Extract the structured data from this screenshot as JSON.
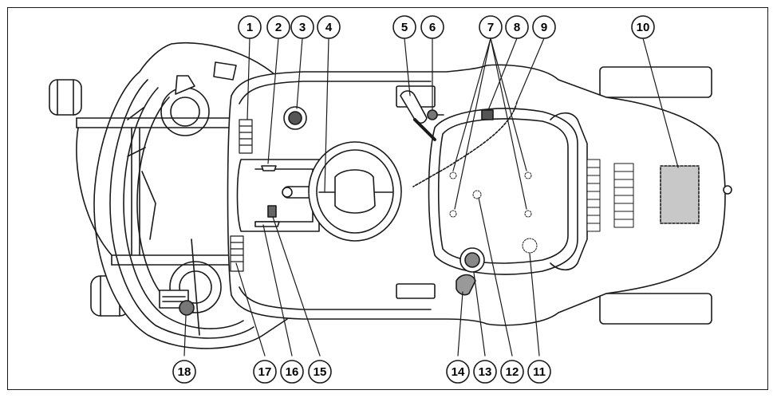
{
  "diagram": {
    "callouts": [
      {
        "id": "c1",
        "label": "1"
      },
      {
        "id": "c2",
        "label": "2"
      },
      {
        "id": "c3",
        "label": "3"
      },
      {
        "id": "c4",
        "label": "4"
      },
      {
        "id": "c5",
        "label": "5"
      },
      {
        "id": "c6",
        "label": "6"
      },
      {
        "id": "c7",
        "label": "7"
      },
      {
        "id": "c8",
        "label": "8"
      },
      {
        "id": "c9",
        "label": "9"
      },
      {
        "id": "c10",
        "label": "10"
      },
      {
        "id": "c11",
        "label": "11"
      },
      {
        "id": "c12",
        "label": "12"
      },
      {
        "id": "c13",
        "label": "13"
      },
      {
        "id": "c14",
        "label": "14"
      },
      {
        "id": "c15",
        "label": "15"
      },
      {
        "id": "c16",
        "label": "16"
      },
      {
        "id": "c17",
        "label": "17"
      },
      {
        "id": "c18",
        "label": "18"
      }
    ],
    "colors": {
      "line": "#1a1a1a",
      "fill": "#ffffff",
      "label_area": "#c8c8c8"
    }
  }
}
